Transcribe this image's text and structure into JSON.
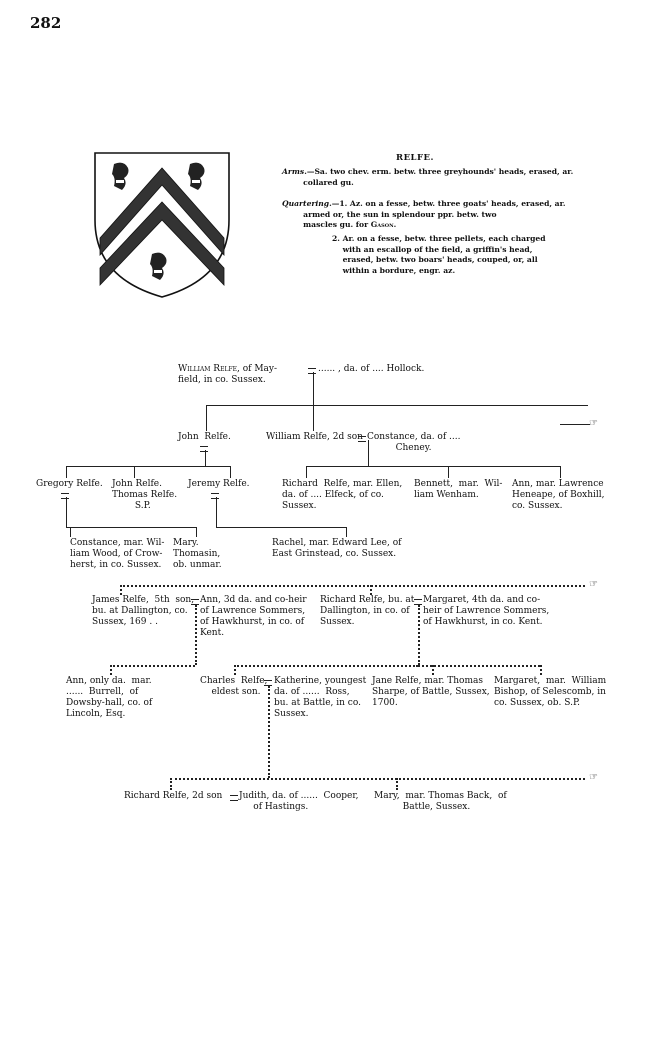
{
  "page_number": "282",
  "arms": {
    "title": "RELFE.",
    "arms_label": "Arms.",
    "arms_text": "—Sa. two chev. erm. betw. three greyhounds' heads, erased, ar.\n        collared gu.",
    "quartering_label": "Quartering.",
    "quartering_1": "—1. Az. on a fesse, betw. three goats' heads, erased, ar.\n        armed or, the sun in splendour ppr. betw. two\n        mascles gu. for ",
    "quartering_1_name": "Gason.",
    "quartering_2": "2. Ar. on a fesse, betw. three pellets, each charged\n    with an escallop of the field, a griffin's head,\n    erased, betw. two boars' heads, couped, or, all\n    within a bordure, engr. az."
  },
  "pointing_hand": "☞",
  "gen1": {
    "william_name": "William Relfe",
    "william_rest": ", of May-\nfield, in co. Sussex.",
    "wife": "...... , da. of .... Hollock."
  },
  "gen2": {
    "john": "John  Relfe.",
    "william2": "William Relfe, 2d son",
    "constance": "Constance, da. of ....\n          Cheney."
  },
  "gen3": {
    "gregory": "Gregory Relfe.",
    "john_thomas": "John Relfe.\nThomas Relfe.\n        S.P.",
    "jeremy": "Jeremy Relfe.",
    "richard": "Richard  Relfe, mar. Ellen,\nda. of .... Elfeck, of co.\nSussex.",
    "bennett": "Bennett,  mar.  Wil-\nliam Wenham.",
    "ann": "Ann, mar. Lawrence\nHeneape, of Boxhill,\nco. Sussex."
  },
  "gen4": {
    "constance": "Constance, mar. Wil-\nliam Wood, of Crow-\nherst, in co. Sussex.",
    "mary": "Mary.\nThomasin,\nob. unmar.",
    "rachel": "Rachel, mar. Edward Lee, of\nEast Grinstead, co. Sussex."
  },
  "gen5": {
    "james": "James Relfe,  5th  son,\nbu. at Dallington, co.\nSussex, 169 . .",
    "ann": "Ann, 3d da. and co-heir\nof Lawrence Sommers,\nof Hawkhurst, in co. of\nKent.",
    "richard": "Richard Relfe, bu. at\nDallington, in co. of\nSussex.",
    "margaret": "Margaret, 4th da. and co-\nheir of Lawrence Sommers,\nof Hawkhurst, in co. Kent."
  },
  "gen6": {
    "ann": "Ann, only da.  mar.\n......  Burrell,  of\nDowsby-hall, co. of\nLincoln, Esq.",
    "charles": "Charles  Relfe,\n    eldest son.",
    "katherine": "Katherine, youngest\nda. of ......  Ross,\nbu. at Battle, in co.\nSussex.",
    "jane": "Jane Relfe, mar. Thomas\nSharpe, of Battle, Sussex,\n1700.",
    "margaret": "Margaret,  mar.  William\nBishop, of Selescomb, in\nco. Sussex, ob. S.P."
  },
  "gen7": {
    "richard": "Richard Relfe, 2d son",
    "judith": "Judith, da. of ......  Cooper,\n     of Hastings.",
    "mary": "Mary,  mar. Thomas Back,  of\n          Battle, Sussex."
  }
}
